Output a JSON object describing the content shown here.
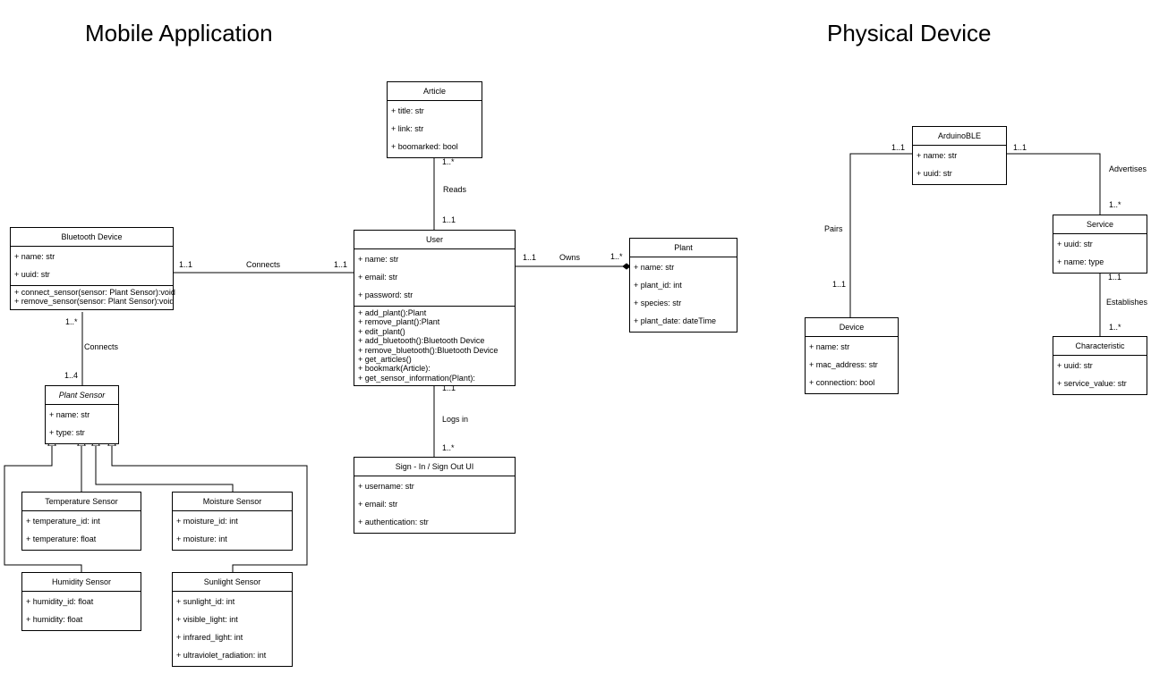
{
  "headings": {
    "mobile": "Mobile Application",
    "physical": "Physical Device"
  },
  "classes": {
    "article": {
      "name": "Article",
      "attributes": [
        "+ title: str",
        "+ link: str",
        "+ boomarked: bool"
      ]
    },
    "user": {
      "name": "User",
      "attributes": [
        "+ name: str",
        "+ email: str",
        "+ password: str"
      ],
      "methods": [
        "+ add_plant():Plant",
        "+ remove_plant():Plant",
        "+ edit_plant()",
        "+ add_bluetooth():Bluetooth Device",
        "+ remove_bluetooth():Bluetooth Device",
        "+ get_articles()",
        "+ bookmark(Article):",
        "+ get_sensor_information(Plant):"
      ]
    },
    "plant": {
      "name": "Plant",
      "attributes": [
        "+ name: str",
        "+ plant_id: int",
        "+ species: str",
        "+ plant_date: dateTime"
      ]
    },
    "bluetooth": {
      "name": "Bluetooth Device",
      "attributes": [
        "+ name: str",
        "+ uuid: str"
      ],
      "methods": [
        "+ connect_sensor(sensor: Plant Sensor):void",
        "+ remove_sensor(sensor: Plant Sensor):void"
      ]
    },
    "plant_sensor": {
      "name": "Plant Sensor",
      "attributes": [
        "+ name: str",
        "+ type: str"
      ]
    },
    "temperature": {
      "name": "Temperature Sensor",
      "attributes": [
        "+ temperature_id: int",
        "+ temperature: float"
      ]
    },
    "moisture": {
      "name": "Moisture Sensor",
      "attributes": [
        "+ moisture_id: int",
        "+ moisture: int"
      ]
    },
    "humidity": {
      "name": "Humidity Sensor",
      "attributes": [
        "+ humidity_id: float",
        "+ humidity: float"
      ]
    },
    "sunlight": {
      "name": "Sunlight Sensor",
      "attributes": [
        "+ sunlight_id: int",
        "+ visible_light: int",
        "+ infrared_light: int",
        "+ ultraviolet_radiation: int"
      ]
    },
    "signin": {
      "name": "Sign - In / Sign Out UI",
      "attributes": [
        "+ username: str",
        "+ email: str",
        "+ authentication: str"
      ]
    },
    "arduino": {
      "name": "ArduinoBLE",
      "attributes": [
        "+ name: str",
        "+ uuid: str"
      ]
    },
    "service": {
      "name": "Service",
      "attributes": [
        "+ uuid: str",
        "+ name: type"
      ]
    },
    "device": {
      "name": "Device",
      "attributes": [
        "+ name: str",
        "+ mac_address: str",
        "+ connection: bool"
      ]
    },
    "characteristic": {
      "name": "Characteristic",
      "attributes": [
        "+ uuid: str",
        "+ service_value: str"
      ]
    }
  },
  "relations": {
    "reads": {
      "label": "Reads",
      "mult_a": "1..*",
      "mult_b": "1..1"
    },
    "owns": {
      "label": "Owns",
      "mult_a": "1..1",
      "mult_b": "1..*"
    },
    "connects_user": {
      "label": "Connects",
      "mult_a": "1..1",
      "mult_b": "1..1"
    },
    "connects_sensor": {
      "label": "Connects",
      "mult_a": "1..*",
      "mult_b": "1..4"
    },
    "logs_in": {
      "label": "Logs in",
      "mult_a": "1..1",
      "mult_b": "1..*"
    },
    "pairs": {
      "label": "Pairs",
      "mult_a": "1..1",
      "mult_b": "1..1"
    },
    "advertises": {
      "label": "Advertises",
      "mult_a": "1..1",
      "mult_b": "1..*"
    },
    "establishes": {
      "label": "Establishes",
      "mult_a": "1..1",
      "mult_b": "1..*"
    }
  },
  "colors": {
    "line": "#000000",
    "background": "#ffffff"
  }
}
